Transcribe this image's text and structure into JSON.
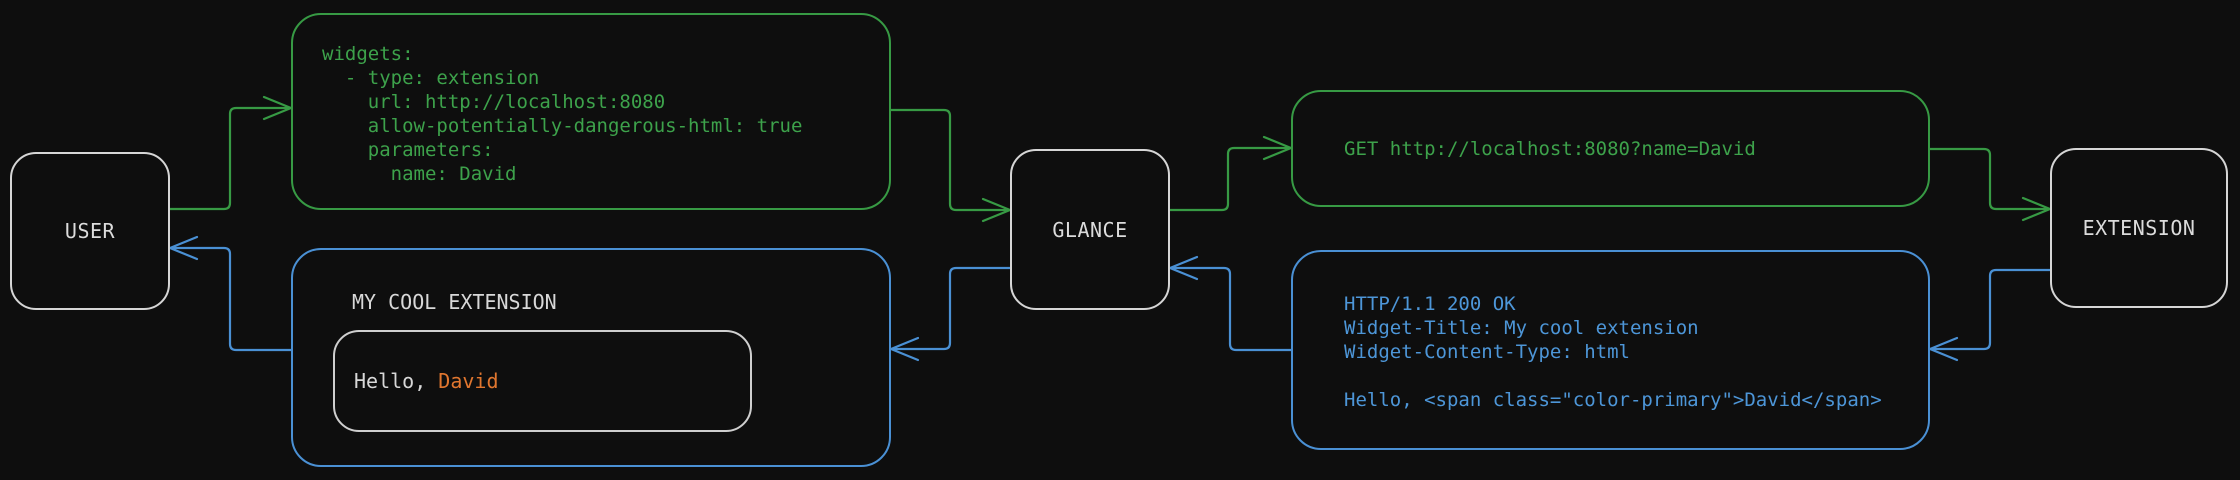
{
  "colors": {
    "background": "#0e0e0e",
    "request_green": "#3da24b",
    "response_blue": "#4d96d8",
    "accent_orange": "#e0762f",
    "node_border": "#d6d6d6",
    "text_light": "#d8d8d8"
  },
  "nodes": {
    "user": {
      "label": "USER"
    },
    "glance": {
      "label": "GLANCE"
    },
    "extension": {
      "label": "EXTENSION"
    }
  },
  "config_box": {
    "code": "widgets:\n  - type: extension\n    url: http://localhost:8080\n    allow-potentially-dangerous-html: true\n    parameters:\n      name: David"
  },
  "request_box": {
    "text": "GET http://localhost:8080?name=David"
  },
  "response_box": {
    "code": "HTTP/1.1 200 OK\nWidget-Title: My cool extension\nWidget-Content-Type: html\n\nHello, <span class=\"color-primary\">David</span>"
  },
  "widget_box": {
    "title": "MY COOL EXTENSION",
    "greeting_prefix": "Hello, ",
    "greeting_name": "David"
  }
}
